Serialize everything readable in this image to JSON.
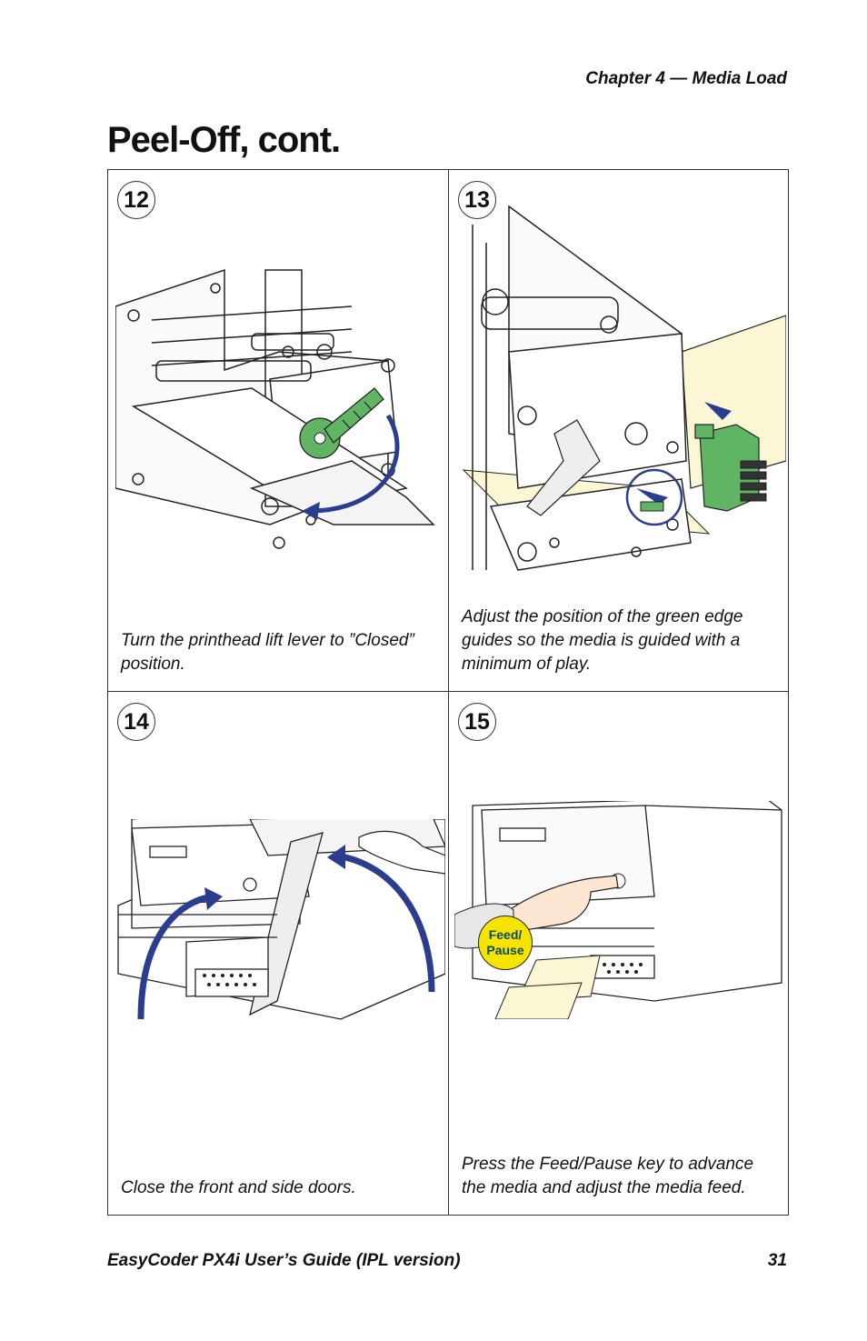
{
  "header": {
    "chapter": "Chapter 4 — Media Load"
  },
  "page_title": "Peel-Off, cont.",
  "steps": [
    {
      "number": "12",
      "caption": "Turn the printhead lift lever to ”Closed” position."
    },
    {
      "number": "13",
      "caption": "Adjust the position of the green edge guides so the media is guided with a minimum of play."
    },
    {
      "number": "14",
      "caption": "Close the front and side doors."
    },
    {
      "number": "15",
      "caption": "Press the Feed/Pause key to advance the media and adjust the media feed.",
      "callout": "Feed/ Pause"
    }
  ],
  "footer": {
    "guide": "EasyCoder PX4i User’s Guide (IPL version)",
    "page_number": "31"
  },
  "colors": {
    "green": "#5fb564",
    "blue_arrow": "#2b3d8f",
    "callout_yellow": "#f5e400",
    "media_yellow": "#fbf7d4"
  }
}
